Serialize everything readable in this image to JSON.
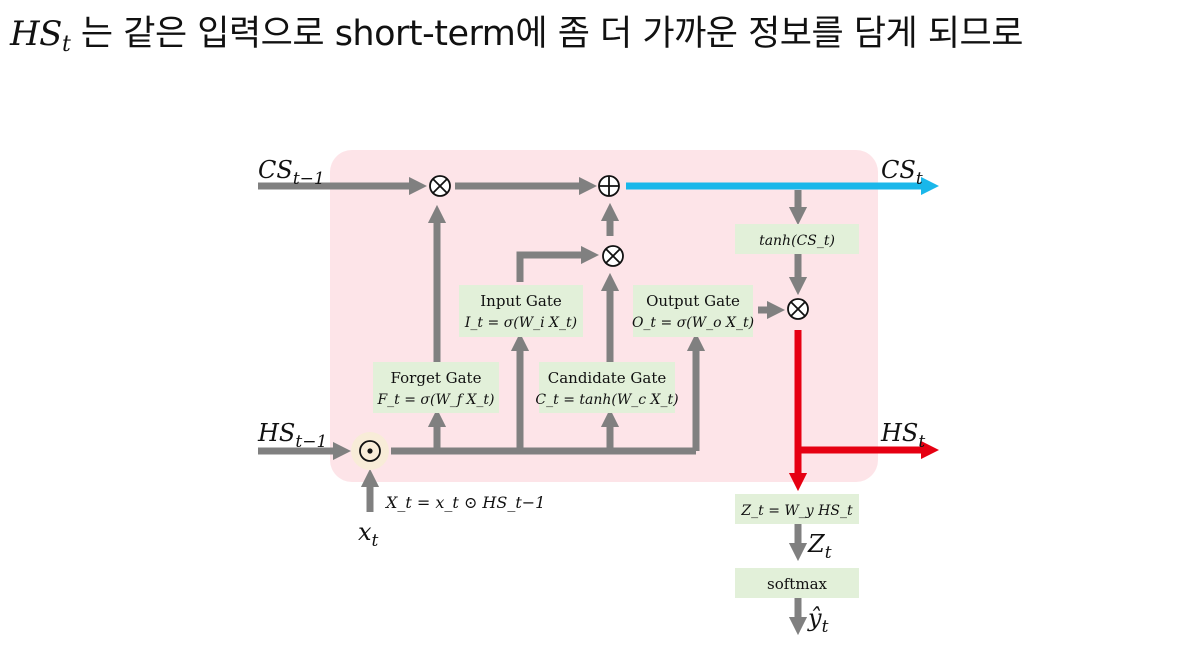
{
  "title": {
    "math_main": "HS",
    "math_sub": "t",
    "text": " 는 같은 입력으로 short-term에 좀 더 가까운 정보를 담게 되므로"
  },
  "diagram": {
    "inputs": {
      "cs_prev": {
        "main": "CS",
        "sub": "t−1"
      },
      "hs_prev": {
        "main": "HS",
        "sub": "t−1"
      },
      "x_input": {
        "main": "x",
        "sub": "t"
      }
    },
    "outputs": {
      "cs_next": {
        "main": "CS",
        "sub": "t"
      },
      "hs_next": {
        "main": "HS",
        "sub": "t"
      },
      "z_out": {
        "main": "Z",
        "sub": "t"
      },
      "y_hat": {
        "main": "ŷ",
        "sub": "t"
      }
    },
    "gates": {
      "forget": {
        "name": "Forget Gate",
        "formula": "F_t = σ(W_f X_t)"
      },
      "input": {
        "name": "Input Gate",
        "formula": "I_t = σ(W_i X_t)"
      },
      "candidate": {
        "name": "Candidate Gate",
        "formula": "C_t = tanh(W_c X_t)"
      },
      "output": {
        "name": "Output Gate",
        "formula": "O_t = σ(W_o X_t)"
      }
    },
    "boxes": {
      "tanh_cs": "tanh(CS_t)",
      "z_formula": "Z_t = W_y HS_t",
      "softmax": "softmax"
    },
    "x_formula": "X_t = x_t ⊙ HS_t−1",
    "operators": {
      "multiply": "⊗",
      "add": "⊕",
      "hadamard": "⊙"
    },
    "colors": {
      "cell_background": "#fde4e8",
      "gate_box": "#e2f0d9",
      "arrow_gray": "#808080",
      "cell_state_out": "#1ab7ea",
      "hidden_state_out": "#e60012"
    }
  }
}
